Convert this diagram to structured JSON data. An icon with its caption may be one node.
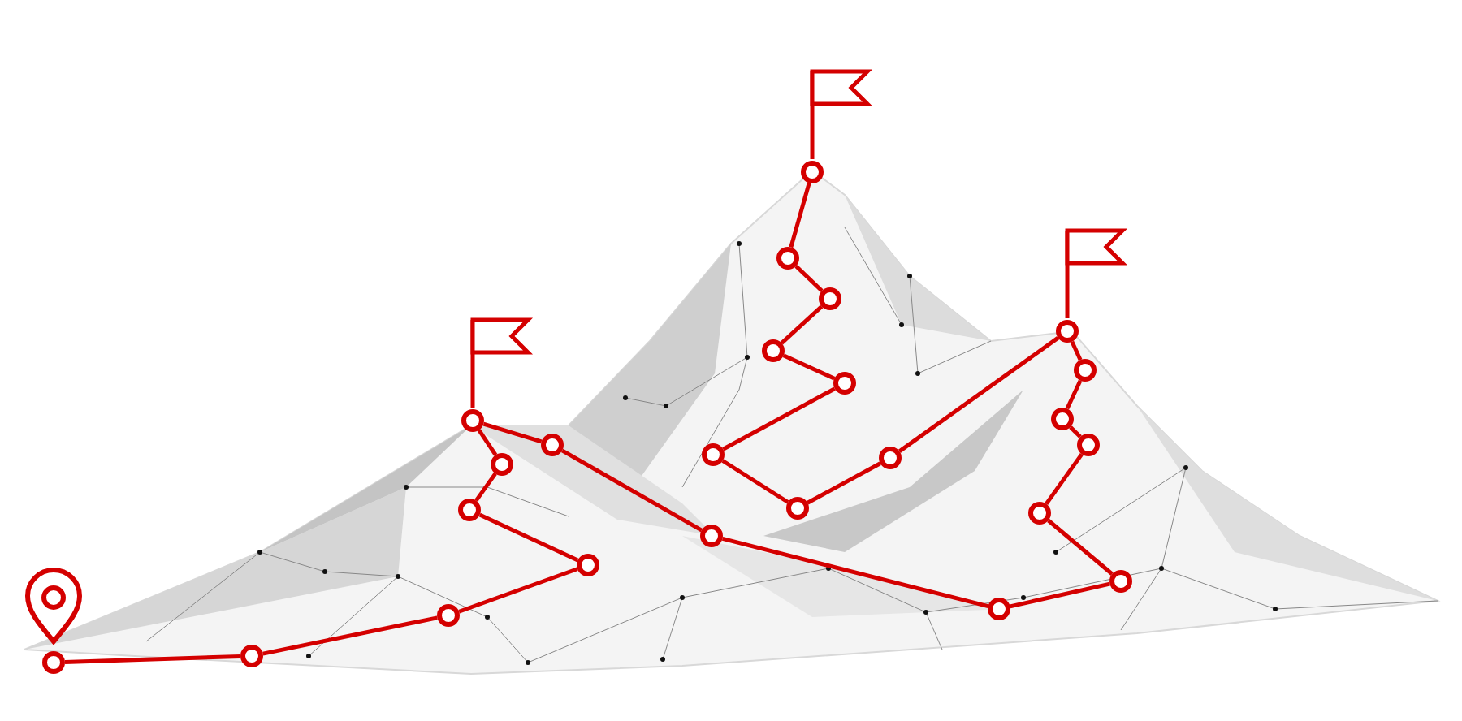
{
  "diagram": {
    "nodes": [
      {
        "text": [],
        "shape": "circle"
      },
      {
        "text": [],
        "shape": "circle"
      },
      {
        "text": [],
        "shape": "circle"
      },
      {
        "text": [],
        "shape": "circle"
      },
      {
        "text": [],
        "shape": "circle"
      },
      {
        "text": [],
        "shape": "circle"
      },
      {
        "text": [],
        "shape": "circle"
      },
      {
        "text": [],
        "shape": "circle"
      },
      {
        "text": [],
        "shape": "circle"
      },
      {
        "text": [],
        "shape": "circle"
      },
      {
        "text": [],
        "shape": "circle"
      },
      {
        "text": [],
        "shape": "circle"
      },
      {
        "text": [],
        "shape": "circle"
      },
      {
        "text": [],
        "shape": "circle"
      },
      {
        "text": [],
        "shape": "circle"
      },
      {
        "text": [],
        "shape": "circle"
      },
      {
        "text": [],
        "shape": "circle"
      },
      {
        "text": [],
        "shape": "circle"
      },
      {
        "text": [],
        "shape": "circle"
      },
      {
        "text": [],
        "shape": "circle"
      },
      {
        "text": [],
        "shape": "circle"
      },
      {
        "text": [],
        "shape": "circle"
      },
      {
        "text": [],
        "shape": "circle"
      },
      {
        "text": [],
        "shape": "circle"
      }
    ],
    "edges": [
      {
        "from": 0,
        "to": 1,
        "arrow": "none"
      },
      {
        "from": 1,
        "to": 2,
        "arrow": "none"
      },
      {
        "from": 2,
        "to": 3,
        "arrow": "none"
      },
      {
        "from": 3,
        "to": 4,
        "arrow": "none"
      },
      {
        "from": 4,
        "to": 5,
        "arrow": "none"
      },
      {
        "from": 5,
        "to": 6,
        "arrow": "none"
      },
      {
        "from": 6,
        "to": 7,
        "arrow": "none"
      },
      {
        "from": 7,
        "to": 8,
        "arrow": "none"
      },
      {
        "from": 8,
        "to": 9,
        "arrow": "none"
      },
      {
        "from": 9,
        "to": 10,
        "arrow": "none"
      },
      {
        "from": 10,
        "to": 11,
        "arrow": "none"
      },
      {
        "from": 11,
        "to": 12,
        "arrow": "none"
      },
      {
        "from": 12,
        "to": 13,
        "arrow": "none"
      },
      {
        "from": 13,
        "to": 14,
        "arrow": "none"
      },
      {
        "from": 14,
        "to": 15,
        "arrow": "none"
      },
      {
        "from": 15,
        "to": 16,
        "arrow": "none"
      },
      {
        "from": 16,
        "to": 17,
        "arrow": "none"
      },
      {
        "from": 17,
        "to": 18,
        "arrow": "none"
      },
      {
        "from": 18,
        "to": 19,
        "arrow": "none"
      },
      {
        "from": 19,
        "to": 20,
        "arrow": "none"
      },
      {
        "from": 20,
        "to": 21,
        "arrow": "none"
      },
      {
        "from": 21,
        "to": 22,
        "arrow": "none"
      },
      {
        "from": 22,
        "to": 23,
        "arrow": "none"
      }
    ]
  }
}
